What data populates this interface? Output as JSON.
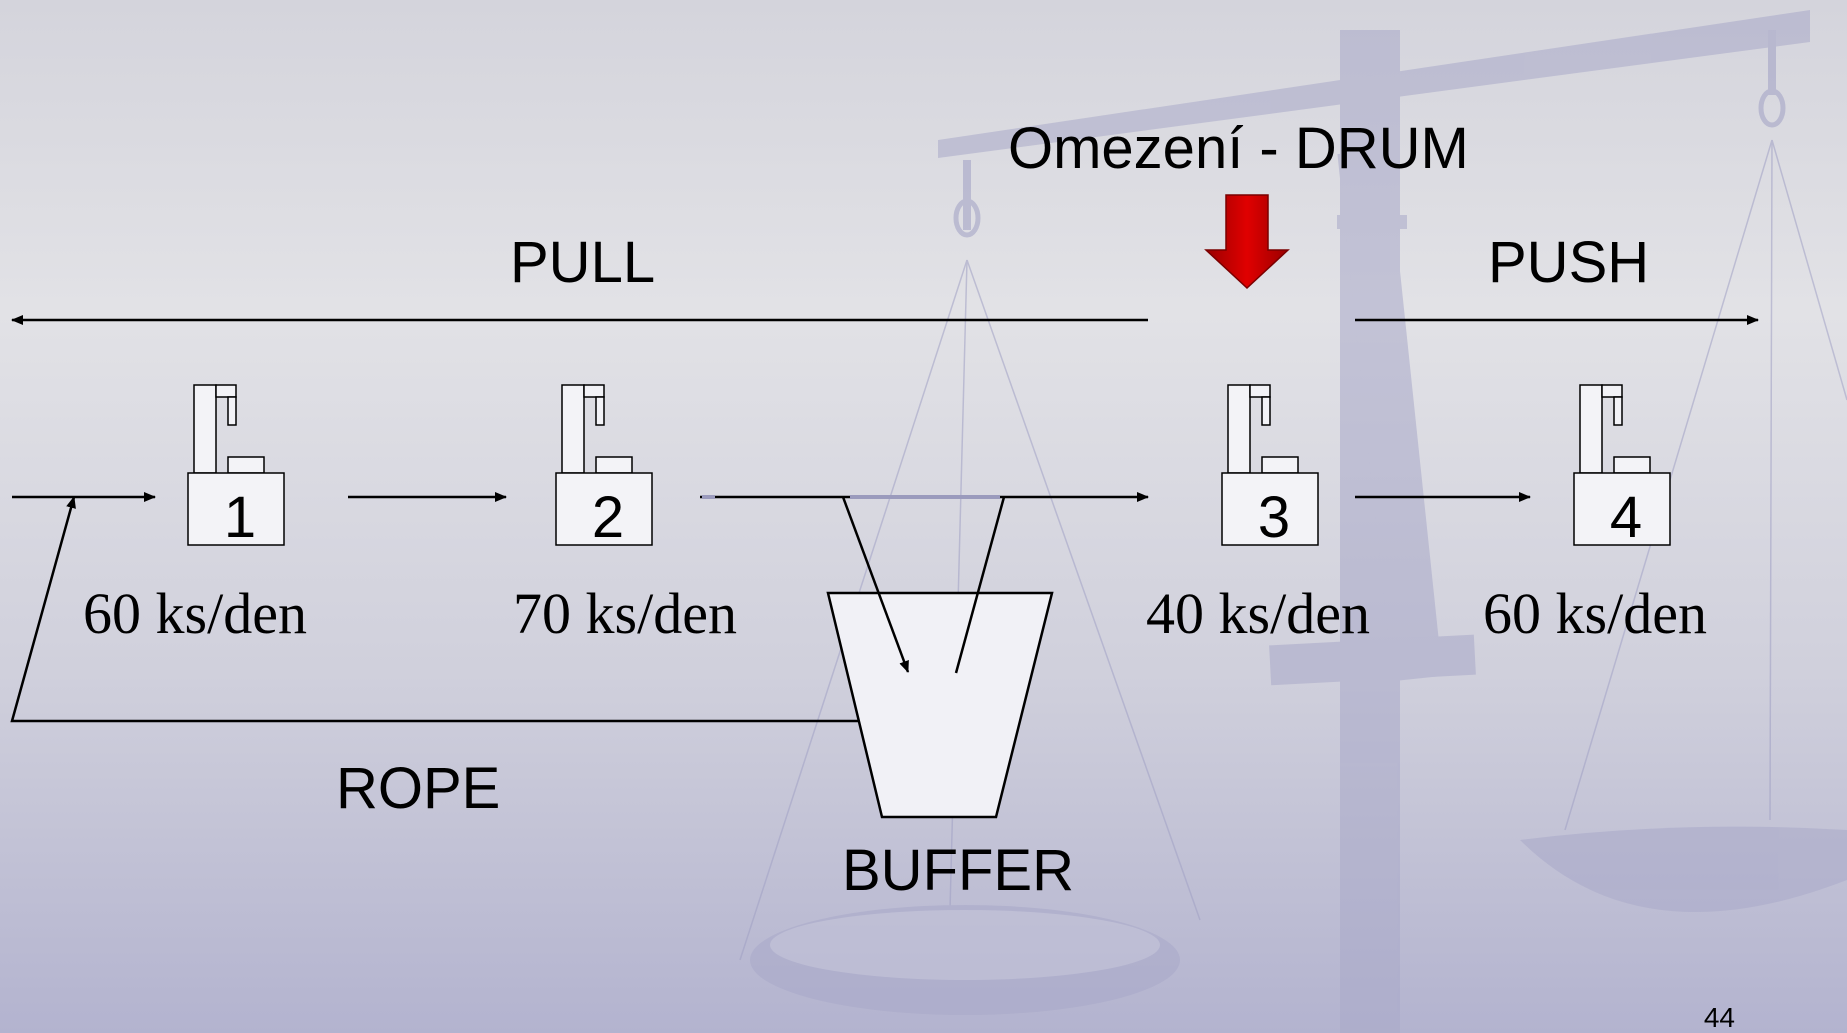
{
  "diagram": {
    "constraint_label": "Omezení - DRUM",
    "pull_label": "PULL",
    "push_label": "PUSH",
    "rope_label": "ROPE",
    "buffer_label": "BUFFER",
    "machines": [
      {
        "number": "1",
        "rate": "60 ks/den"
      },
      {
        "number": "2",
        "rate": "70 ks/den"
      },
      {
        "number": "3",
        "rate": "40 ks/den"
      },
      {
        "number": "4",
        "rate": "60 ks/den"
      }
    ]
  },
  "slide_number": "44",
  "colors": {
    "drum_arrow": "#cc0000",
    "watermark": "#aeaecb"
  },
  "icons": [
    "scale-watermark-icon",
    "machine-icon",
    "down-arrow-icon"
  ]
}
